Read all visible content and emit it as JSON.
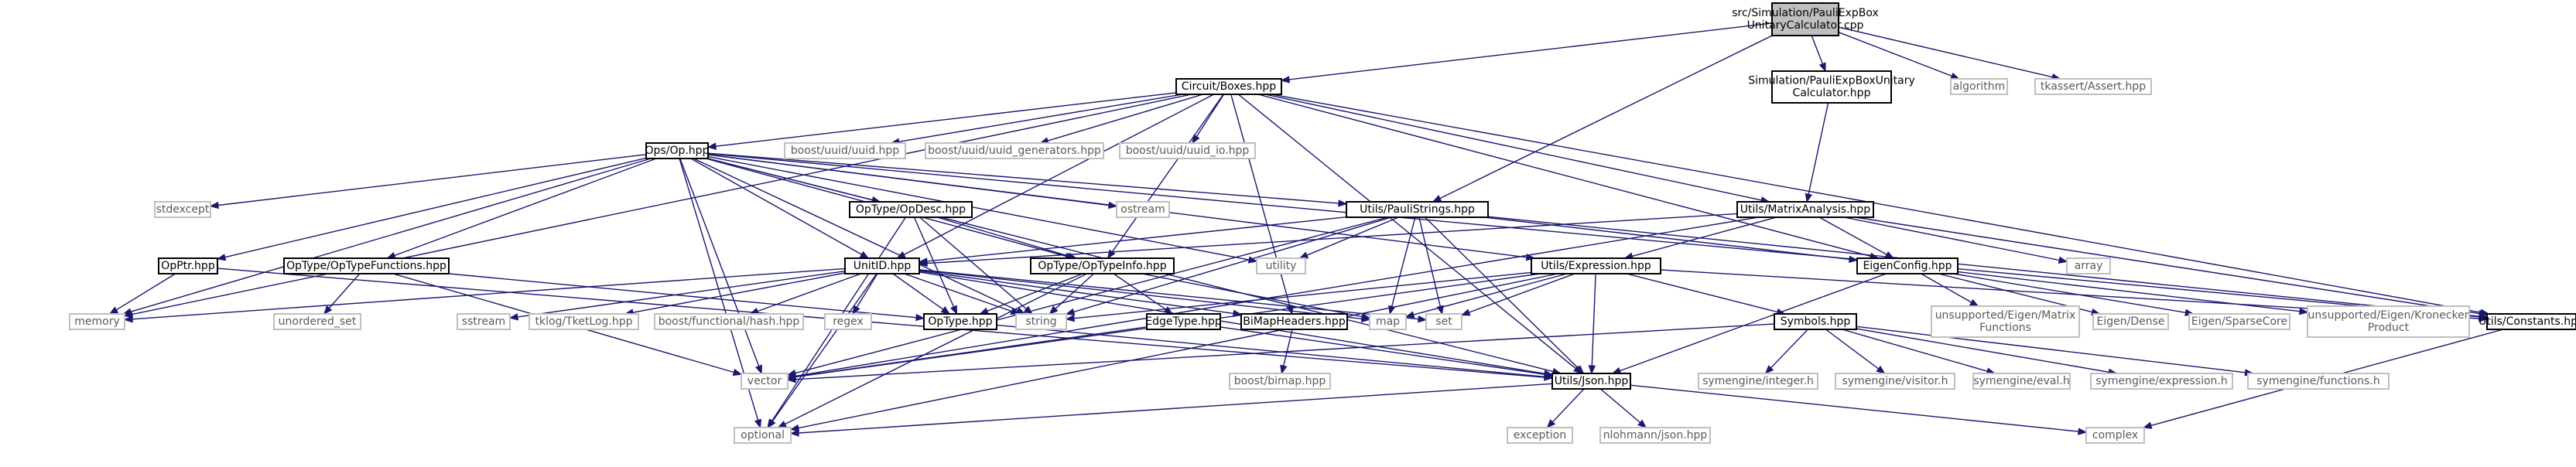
{
  "graph": {
    "nodes": [
      {
        "id": "root",
        "kind": "root",
        "lines": [
          "src/Simulation/PauliExpBox",
          "UnitaryCalculator.cpp"
        ]
      },
      {
        "id": "boxes",
        "kind": "normal",
        "lines": [
          "Circuit/Boxes.hpp"
        ]
      },
      {
        "id": "pebuc",
        "kind": "normal",
        "lines": [
          "Simulation/PauliExpBoxUnitary",
          "Calculator.hpp"
        ]
      },
      {
        "id": "algorithm",
        "kind": "ext",
        "lines": [
          "algorithm"
        ]
      },
      {
        "id": "tkassert",
        "kind": "ext",
        "lines": [
          "tkassert/Assert.hpp"
        ]
      },
      {
        "id": "opshpp",
        "kind": "normal",
        "lines": [
          "Ops/Op.hpp"
        ]
      },
      {
        "id": "uuid",
        "kind": "ext",
        "lines": [
          "boost/uuid/uuid.hpp"
        ]
      },
      {
        "id": "uuidgen",
        "kind": "ext",
        "lines": [
          "boost/uuid/uuid_generators.hpp"
        ]
      },
      {
        "id": "uuidio",
        "kind": "ext",
        "lines": [
          "boost/uuid/uuid_io.hpp"
        ]
      },
      {
        "id": "matrix",
        "kind": "normal",
        "lines": [
          "Utils/MatrixAnalysis.hpp"
        ]
      },
      {
        "id": "stdexcept",
        "kind": "ext",
        "lines": [
          "stdexcept"
        ]
      },
      {
        "id": "opdesc",
        "kind": "normal",
        "lines": [
          "OpType/OpDesc.hpp"
        ]
      },
      {
        "id": "ostream",
        "kind": "ext",
        "lines": [
          "ostream"
        ]
      },
      {
        "id": "pauli",
        "kind": "normal",
        "lines": [
          "Utils/PauliStrings.hpp"
        ]
      },
      {
        "id": "opptr",
        "kind": "normal",
        "lines": [
          "OpPtr.hpp"
        ]
      },
      {
        "id": "optypefn",
        "kind": "normal",
        "lines": [
          "OpType/OpTypeFunctions.hpp"
        ]
      },
      {
        "id": "unitid",
        "kind": "normal",
        "lines": [
          "UnitID.hpp"
        ]
      },
      {
        "id": "optypeinfo",
        "kind": "normal",
        "lines": [
          "OpType/OpTypeInfo.hpp"
        ]
      },
      {
        "id": "utility",
        "kind": "ext",
        "lines": [
          "utility"
        ]
      },
      {
        "id": "expression",
        "kind": "normal",
        "lines": [
          "Utils/Expression.hpp"
        ]
      },
      {
        "id": "eigenconfig",
        "kind": "normal",
        "lines": [
          "EigenConfig.hpp"
        ]
      },
      {
        "id": "array",
        "kind": "ext",
        "lines": [
          "array"
        ]
      },
      {
        "id": "memory",
        "kind": "ext",
        "lines": [
          "memory"
        ]
      },
      {
        "id": "unordered",
        "kind": "ext",
        "lines": [
          "unordered_set"
        ]
      },
      {
        "id": "sstream",
        "kind": "ext",
        "lines": [
          "sstream"
        ]
      },
      {
        "id": "tklog",
        "kind": "ext",
        "lines": [
          "tklog/TketLog.hpp"
        ]
      },
      {
        "id": "hash",
        "kind": "ext",
        "lines": [
          "boost/functional/hash.hpp"
        ]
      },
      {
        "id": "regex",
        "kind": "ext",
        "lines": [
          "regex"
        ]
      },
      {
        "id": "string",
        "kind": "ext",
        "lines": [
          "string"
        ]
      },
      {
        "id": "optype",
        "kind": "normal",
        "lines": [
          "OpType.hpp"
        ]
      },
      {
        "id": "edgetype",
        "kind": "normal",
        "lines": [
          "EdgeType.hpp"
        ]
      },
      {
        "id": "bimap",
        "kind": "normal",
        "lines": [
          "BiMapHeaders.hpp"
        ]
      },
      {
        "id": "map",
        "kind": "ext",
        "lines": [
          "map"
        ]
      },
      {
        "id": "set",
        "kind": "ext",
        "lines": [
          "set"
        ]
      },
      {
        "id": "symbols",
        "kind": "normal",
        "lines": [
          "Symbols.hpp"
        ]
      },
      {
        "id": "eigmatfn",
        "kind": "ext",
        "lines": [
          "unsupported/Eigen/Matrix",
          "Functions"
        ]
      },
      {
        "id": "eigdense",
        "kind": "ext",
        "lines": [
          "Eigen/Dense"
        ]
      },
      {
        "id": "eigsparse",
        "kind": "ext",
        "lines": [
          "Eigen/SparseCore"
        ]
      },
      {
        "id": "eigkron",
        "kind": "ext",
        "lines": [
          "unsupported/Eigen/Kronecker",
          "Product"
        ]
      },
      {
        "id": "constants",
        "kind": "normal",
        "lines": [
          "Utils/Constants.hpp"
        ]
      },
      {
        "id": "vector",
        "kind": "ext",
        "lines": [
          "vector"
        ]
      },
      {
        "id": "json",
        "kind": "normal",
        "lines": [
          "Utils/Json.hpp"
        ]
      },
      {
        "id": "bimaphpp",
        "kind": "ext",
        "lines": [
          "boost/bimap.hpp"
        ]
      },
      {
        "id": "symint",
        "kind": "ext",
        "lines": [
          "symengine/integer.h"
        ]
      },
      {
        "id": "symvis",
        "kind": "ext",
        "lines": [
          "symengine/visitor.h"
        ]
      },
      {
        "id": "symeval",
        "kind": "ext",
        "lines": [
          "symengine/eval.h"
        ]
      },
      {
        "id": "symexpr",
        "kind": "ext",
        "lines": [
          "symengine/expression.h"
        ]
      },
      {
        "id": "symfn",
        "kind": "ext",
        "lines": [
          "symengine/functions.h"
        ]
      },
      {
        "id": "optional",
        "kind": "ext",
        "lines": [
          "optional"
        ]
      },
      {
        "id": "exception",
        "kind": "ext",
        "lines": [
          "exception"
        ]
      },
      {
        "id": "nlohmann",
        "kind": "ext",
        "lines": [
          "nlohmann/json.hpp"
        ]
      },
      {
        "id": "complex",
        "kind": "ext",
        "lines": [
          "complex"
        ]
      }
    ],
    "edges": [
      [
        "root",
        "boxes"
      ],
      [
        "root",
        "pebuc"
      ],
      [
        "root",
        "algorithm"
      ],
      [
        "root",
        "tkassert"
      ],
      [
        "root",
        "pauli"
      ],
      [
        "boxes",
        "opshpp"
      ],
      [
        "boxes",
        "uuid"
      ],
      [
        "boxes",
        "uuidgen"
      ],
      [
        "boxes",
        "uuidio"
      ],
      [
        "boxes",
        "matrix"
      ],
      [
        "boxes",
        "memory"
      ],
      [
        "boxes",
        "unitid"
      ],
      [
        "boxes",
        "optypeinfo"
      ],
      [
        "boxes",
        "bimap"
      ],
      [
        "boxes",
        "eigenconfig"
      ],
      [
        "boxes",
        "json"
      ],
      [
        "boxes",
        "constants"
      ],
      [
        "pebuc",
        "matrix"
      ],
      [
        "opshpp",
        "stdexcept"
      ],
      [
        "opshpp",
        "opdesc"
      ],
      [
        "opshpp",
        "ostream"
      ],
      [
        "opshpp",
        "pauli"
      ],
      [
        "opshpp",
        "opptr"
      ],
      [
        "opshpp",
        "optypefn"
      ],
      [
        "opshpp",
        "unitid"
      ],
      [
        "opshpp",
        "optypeinfo"
      ],
      [
        "opshpp",
        "utility"
      ],
      [
        "opshpp",
        "expression"
      ],
      [
        "opshpp",
        "memory"
      ],
      [
        "opshpp",
        "string"
      ],
      [
        "opshpp",
        "vector"
      ],
      [
        "opshpp",
        "optional"
      ],
      [
        "opshpp",
        "json"
      ],
      [
        "opshpp",
        "constants"
      ],
      [
        "opdesc",
        "optypeinfo"
      ],
      [
        "opdesc",
        "optype"
      ],
      [
        "opdesc",
        "string"
      ],
      [
        "opdesc",
        "optional"
      ],
      [
        "pauli",
        "unitid"
      ],
      [
        "pauli",
        "utility"
      ],
      [
        "pauli",
        "eigenconfig"
      ],
      [
        "pauli",
        "map"
      ],
      [
        "pauli",
        "set"
      ],
      [
        "pauli",
        "string"
      ],
      [
        "pauli",
        "vector"
      ],
      [
        "pauli",
        "json"
      ],
      [
        "pauli",
        "constants"
      ],
      [
        "matrix",
        "unitid"
      ],
      [
        "matrix",
        "expression"
      ],
      [
        "matrix",
        "eigenconfig"
      ],
      [
        "matrix",
        "array"
      ],
      [
        "matrix",
        "vector"
      ],
      [
        "matrix",
        "constants"
      ],
      [
        "opptr",
        "memory"
      ],
      [
        "opptr",
        "json"
      ],
      [
        "optypefn",
        "unordered"
      ],
      [
        "optypefn",
        "optype"
      ],
      [
        "optypefn",
        "vector"
      ],
      [
        "unitid",
        "memory"
      ],
      [
        "unitid",
        "sstream"
      ],
      [
        "unitid",
        "tklog"
      ],
      [
        "unitid",
        "hash"
      ],
      [
        "unitid",
        "regex"
      ],
      [
        "unitid",
        "string"
      ],
      [
        "unitid",
        "optype"
      ],
      [
        "unitid",
        "bimap"
      ],
      [
        "unitid",
        "map"
      ],
      [
        "unitid",
        "set"
      ],
      [
        "unitid",
        "json"
      ],
      [
        "unitid",
        "optional"
      ],
      [
        "optypeinfo",
        "optype"
      ],
      [
        "optypeinfo",
        "string"
      ],
      [
        "optypeinfo",
        "edgetype"
      ],
      [
        "optypeinfo",
        "map"
      ],
      [
        "optypeinfo",
        "optional"
      ],
      [
        "expression",
        "map"
      ],
      [
        "expression",
        "set"
      ],
      [
        "expression",
        "symbols"
      ],
      [
        "expression",
        "string"
      ],
      [
        "expression",
        "vector"
      ],
      [
        "expression",
        "json"
      ],
      [
        "expression",
        "optional"
      ],
      [
        "expression",
        "constants"
      ],
      [
        "eigenconfig",
        "eigmatfn"
      ],
      [
        "eigenconfig",
        "eigdense"
      ],
      [
        "eigenconfig",
        "eigsparse"
      ],
      [
        "eigenconfig",
        "eigkron"
      ],
      [
        "eigenconfig",
        "json"
      ],
      [
        "optype",
        "json"
      ],
      [
        "edgetype",
        "vector"
      ],
      [
        "edgetype",
        "json"
      ],
      [
        "bimap",
        "bimaphpp"
      ],
      [
        "symbols",
        "symint"
      ],
      [
        "symbols",
        "symvis"
      ],
      [
        "symbols",
        "symeval"
      ],
      [
        "symbols",
        "symexpr"
      ],
      [
        "symbols",
        "symfn"
      ],
      [
        "symbols",
        "vector"
      ],
      [
        "json",
        "optional"
      ],
      [
        "json",
        "exception"
      ],
      [
        "json",
        "nlohmann"
      ],
      [
        "json",
        "complex"
      ],
      [
        "constants",
        "complex"
      ]
    ]
  }
}
